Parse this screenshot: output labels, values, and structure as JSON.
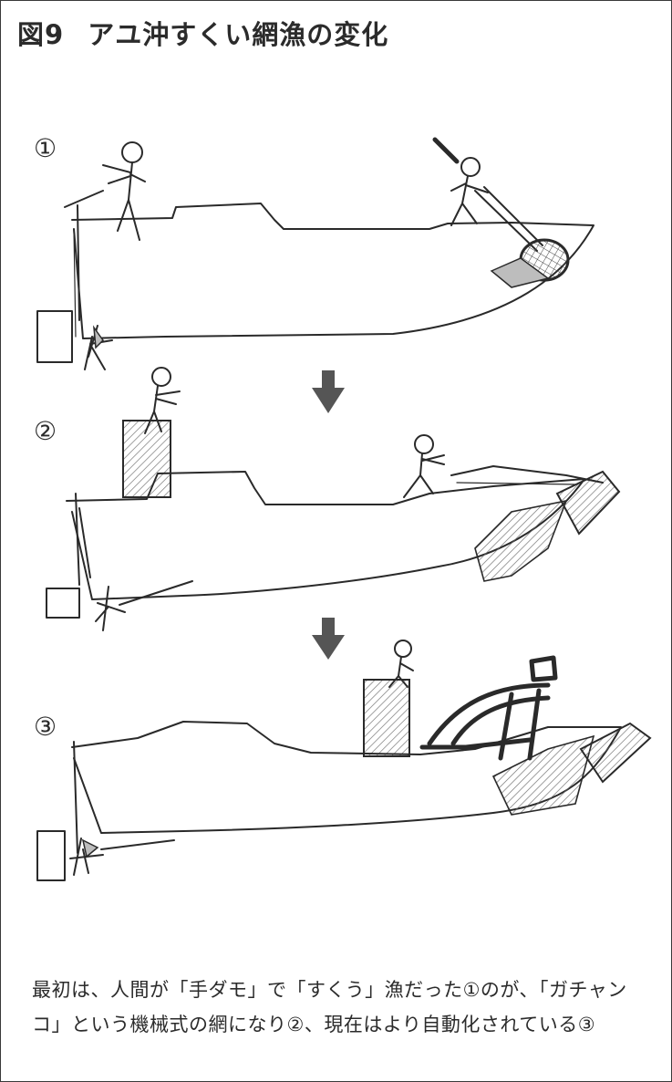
{
  "title": {
    "number": "図9",
    "text": "アユ沖すくい網漁の変化"
  },
  "steps": [
    {
      "label": "①"
    },
    {
      "label": "②"
    },
    {
      "label": "③"
    }
  ],
  "caption": "最初は、人間が「手ダモ」で「すくう」漁だった①のが、「ガチャンコ」という機械式の網になり②、現在はより自動化されている③",
  "colors": {
    "ink": "#2a2a2a",
    "arrow": "#555555",
    "hatch": "#bdbdbd"
  }
}
